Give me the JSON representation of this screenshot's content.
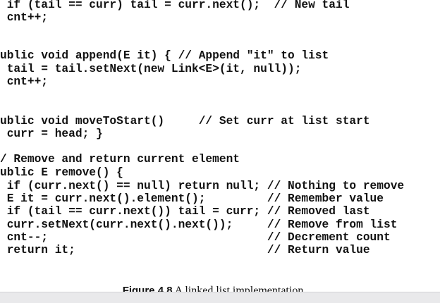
{
  "code_lines": [
    " if (tail == curr) tail = curr.next();  // New tail",
    " cnt++;",
    "",
    "",
    "ublic void append(E it) { // Append \"it\" to list",
    " tail = tail.setNext(new Link<E>(it, null));",
    " cnt++;",
    "",
    "",
    "ublic void moveToStart()     // Set curr at list start",
    " curr = head; }",
    "",
    "/ Remove and return current element",
    "ublic E remove() {",
    " if (curr.next() == null) return null; // Nothing to remove",
    " E it = curr.next().element();         // Remember value",
    " if (tail == curr.next()) tail = curr; // Removed last",
    " curr.setNext(curr.next().next());     // Remove from list",
    " cnt--;                                // Decrement count",
    " return it;                            // Return value"
  ],
  "caption": {
    "label": "Figure 4.8",
    "text": " A linked list implementation"
  }
}
